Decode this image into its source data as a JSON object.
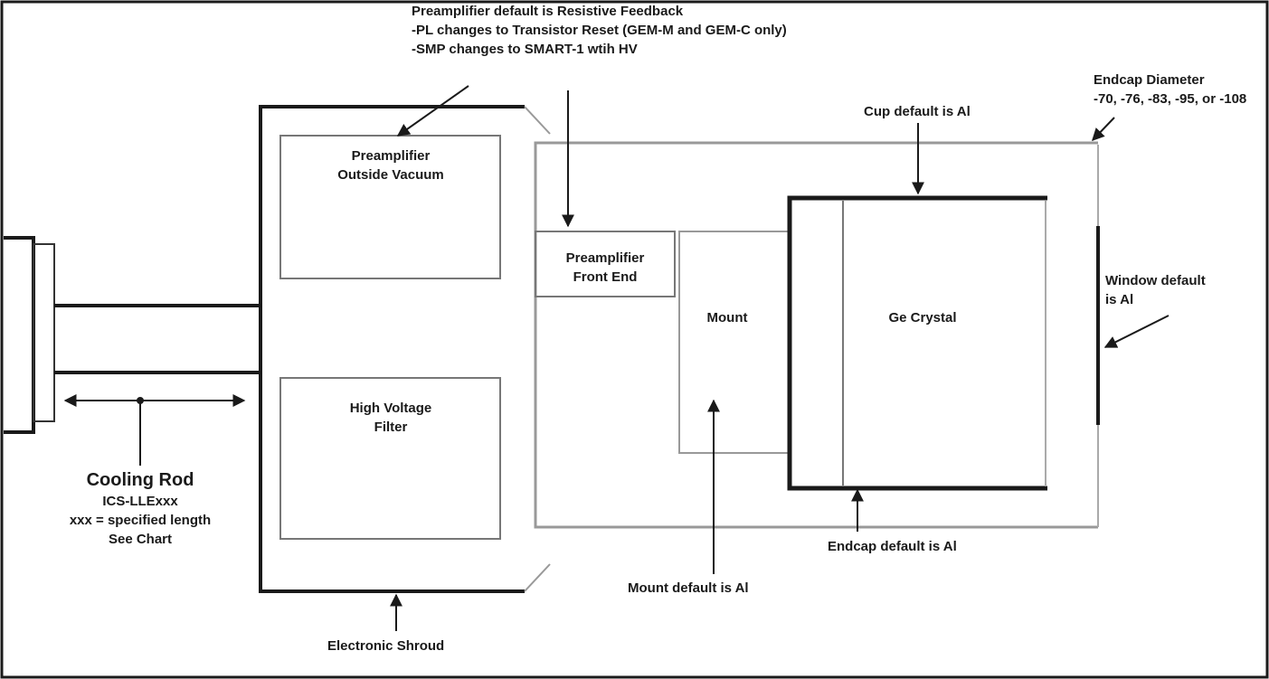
{
  "notes": {
    "preamp_default": {
      "line1": "Preamplifier default is Resistive Feedback",
      "line2": "-PL changes to Transistor Reset (GEM-M and GEM-C only)",
      "line3": "-SMP changes to SMART-1 wtih HV"
    },
    "endcap_diameter": {
      "line1": "Endcap Diameter",
      "line2": "-70, -76, -83, -95, or -108"
    },
    "cup_default": "Cup default is Al",
    "window_default": {
      "line1": "Window default",
      "line2": "is Al"
    },
    "mount_default": "Mount default is Al",
    "endcap_default": "Endcap default is Al",
    "electronic_shroud": "Electronic Shroud"
  },
  "cooling_rod": {
    "title": "Cooling Rod",
    "line1": "ICS-LLExxx",
    "line2": "xxx = specified length",
    "line3": "See Chart"
  },
  "components": {
    "preamp_outside": {
      "line1": "Preamplifier",
      "line2": "Outside Vacuum"
    },
    "hv_filter": {
      "line1": "High Voltage",
      "line2": "Filter"
    },
    "preamp_front": {
      "line1": "Preamplifier",
      "line2": "Front End"
    },
    "mount": "Mount",
    "ge_crystal": "Ge Crystal"
  }
}
